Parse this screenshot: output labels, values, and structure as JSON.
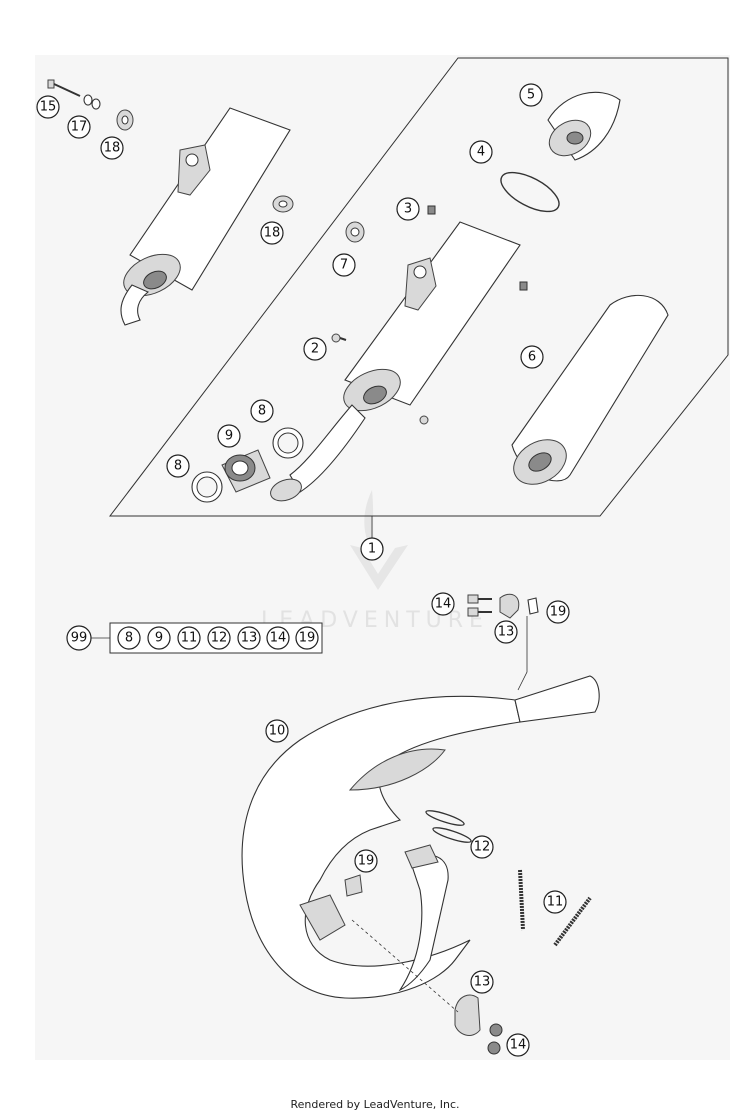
{
  "watermark": "LEADVENTURE",
  "footer": "Rendered by LeadVenture, Inc.",
  "colors": {
    "line": "#333333",
    "background": "#ffffff",
    "shade": "#d9d9d9"
  },
  "callouts": {
    "c1": "1",
    "c2": "2",
    "c3": "3",
    "c4": "4",
    "c5": "5",
    "c6": "6",
    "c7": "7",
    "c8a": "8",
    "c8b": "8",
    "c9": "9",
    "c10": "10",
    "c11": "11",
    "c12": "12",
    "c13a": "13",
    "c13b": "13",
    "c14a": "14",
    "c14b": "14",
    "c15": "15",
    "c17": "17",
    "c18a": "18",
    "c18b": "18",
    "c19a": "19",
    "c19b": "19"
  },
  "kit": {
    "label": "99",
    "items": [
      "8",
      "9",
      "11",
      "12",
      "13",
      "14",
      "19"
    ]
  }
}
